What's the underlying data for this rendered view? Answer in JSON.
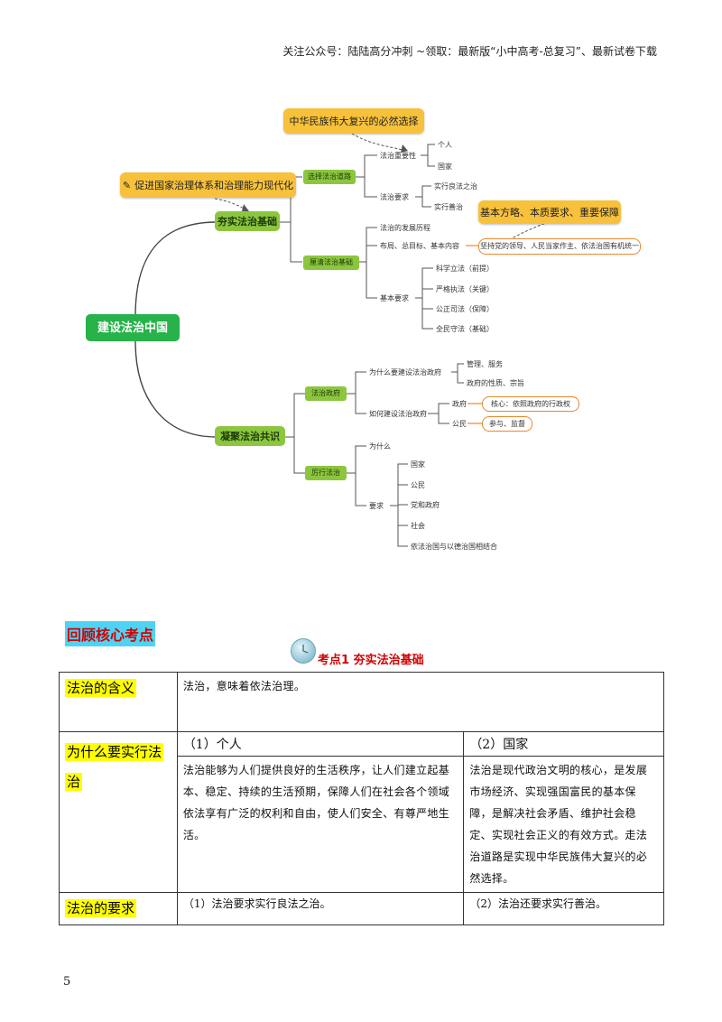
{
  "header": {
    "text": "关注公众号：陆陆高分冲刺 ~领取：最新版“小中高考-总复习”、最新试卷下载"
  },
  "mindmap": {
    "root": "建设法治中国",
    "branch1": {
      "label": "夯实法治基础",
      "note": "促进国家治理体系和治理能力现代化",
      "sub1": {
        "label": "选择法治道路",
        "importance": "法治重要性",
        "importance_items": [
          "个人",
          "国家"
        ],
        "importance_note": "中华民族伟大复兴的必然选择",
        "requirement": "法治要求",
        "requirement_items": [
          "实行良法之治",
          "实行善治"
        ]
      },
      "sub2": {
        "label": "厘清法治基础",
        "history": "法治的发展历程",
        "content": "布局、总目标、基本内容",
        "content_note": "坚持党的领导、人民当家作主、依法治国有机统一",
        "content_note2": "基本方略、本质要求、重要保障",
        "basic": "基本要求",
        "basic_items": [
          "科学立法（前提）",
          "严格执法（关键）",
          "公正司法（保障）",
          "全民守法（基础）"
        ]
      }
    },
    "branch2": {
      "label": "凝聚法治共识",
      "sub1": {
        "label": "法治政府",
        "why": "为什么要建设法治政府",
        "why_items": [
          "管理、服务",
          "政府的性质、宗旨"
        ],
        "how": "如何建设法治政府",
        "how_items": [
          "政府",
          "公民"
        ],
        "gov_note": "核心：依照政府的行政权",
        "citizen_note": "参与、监督"
      },
      "sub2": {
        "label": "厉行法治",
        "why": "为什么",
        "req": "要求",
        "req_items": [
          "国家",
          "公民",
          "党和政府",
          "社会",
          "依法治国与以德治国相结合"
        ]
      }
    }
  },
  "section_title": "回顾核心考点",
  "kaodian_title": "考点1  夯实法治基础",
  "table": {
    "row1": {
      "label": "法治的含义",
      "text": "法治，意味着依法治理。"
    },
    "row2": {
      "label": "为什么要实行法治",
      "col1_head": "（1）个人",
      "col2_head": "（2）国家",
      "col1_text": "法治能够为人们提供良好的生活秩序，让人们建立起基本、稳定、持续的生活预期，保障人们在社会各个领域依法享有广泛的权利和自由，使人们安全、有尊严地生活。",
      "col2_text": "法治是现代政治文明的核心，是发展市场经济、实现强国富民的基本保障，是解决社会矛盾、维护社会稳定、实现社会正义的有效方式。走法治道路是实现中华民族伟大复兴的必然选择。"
    },
    "row3": {
      "label": "法治的要求",
      "col1": "（1）法治要求实行良法之治。",
      "col2": "（2）法治还要求实行善治。"
    }
  },
  "page_number": "5"
}
